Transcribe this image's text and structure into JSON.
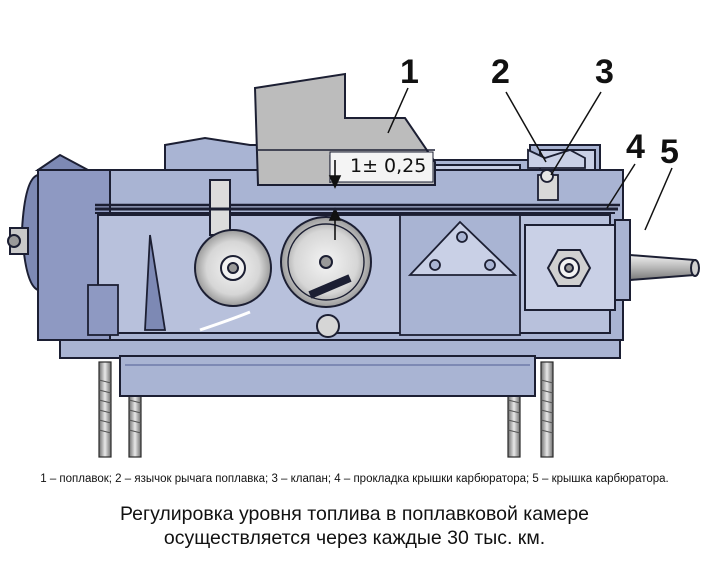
{
  "callouts": [
    {
      "id": "1",
      "label": "1"
    },
    {
      "id": "2",
      "label": "2"
    },
    {
      "id": "3",
      "label": "3"
    },
    {
      "id": "4",
      "label": "4"
    },
    {
      "id": "5",
      "label": "5"
    }
  ],
  "gauge_label": "1± 0,25",
  "legend": "1 – поплавок; 2 – язычок рычага поплавка; 3 – клапан; 4 – прокладка крышки карбюратора; 5 – крышка карбюратора.",
  "note": {
    "line1": "Регулировка уровня топлива в поплавковой камере",
    "line2": "осуществляется через каждые 30 тыс. км."
  },
  "colors": {
    "body": "#a9b4d3",
    "body_dark": "#7d89b4",
    "body_light": "#c9d0e6",
    "gauge": "#bcbcbc",
    "outline": "#1c1f33"
  }
}
